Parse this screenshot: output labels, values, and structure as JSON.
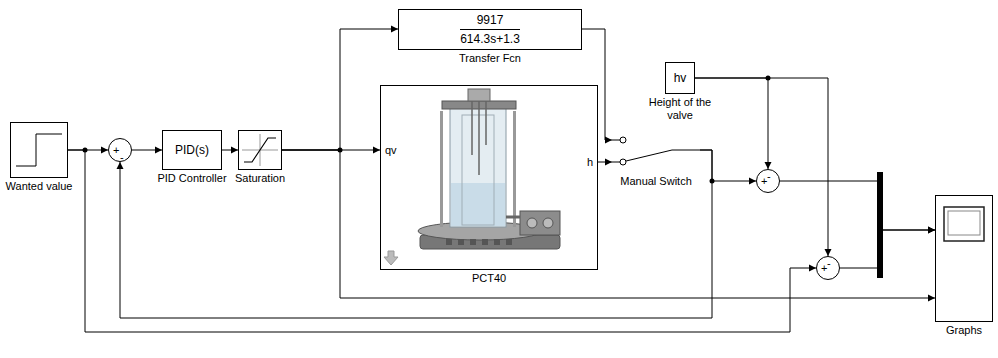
{
  "diagram": {
    "nodes": [
      {
        "text": [
          "Wanted value"
        ]
      },
      {
        "text": [
          "+",
          "-"
        ]
      },
      {
        "text": [
          "PID(s)",
          "PID Controller"
        ]
      },
      {
        "text": [
          "Saturation"
        ]
      },
      {
        "text": [
          "9917",
          "614.3s+1.3",
          "Transfer Fcn"
        ]
      },
      {
        "text": [
          "qv",
          "h",
          "PCT40"
        ]
      },
      {
        "text": [
          "Manual Switch"
        ]
      },
      {
        "text": [
          "hv",
          "Height of the valve"
        ]
      },
      {
        "text": [
          "+",
          "-"
        ]
      },
      {
        "text": [
          "+",
          "-"
        ]
      },
      {
        "text": [
          "Graphs"
        ]
      }
    ],
    "edges": [
      {
        "from": 0,
        "to": 1,
        "arrow": "to"
      },
      {
        "from": 0,
        "to": 9,
        "arrow": "to"
      },
      {
        "from": 1,
        "to": 2,
        "arrow": "to"
      },
      {
        "from": 2,
        "to": 3,
        "arrow": "to"
      },
      {
        "from": 3,
        "to": 5,
        "arrow": "to"
      },
      {
        "from": 3,
        "to": 4,
        "arrow": "to"
      },
      {
        "from": 3,
        "to": 10,
        "arrow": "to"
      },
      {
        "from": 4,
        "to": 6,
        "arrow": "to"
      },
      {
        "from": 5,
        "to": 6,
        "arrow": "to"
      },
      {
        "from": 6,
        "to": 1,
        "arrow": "to"
      },
      {
        "from": 6,
        "to": 8,
        "arrow": "to"
      },
      {
        "from": 7,
        "to": 8,
        "arrow": "to"
      },
      {
        "from": 7,
        "to": 9,
        "arrow": "to"
      },
      {
        "from": 8,
        "to": 10,
        "arrow": "to"
      },
      {
        "from": 9,
        "to": 10,
        "arrow": "to"
      }
    ]
  }
}
